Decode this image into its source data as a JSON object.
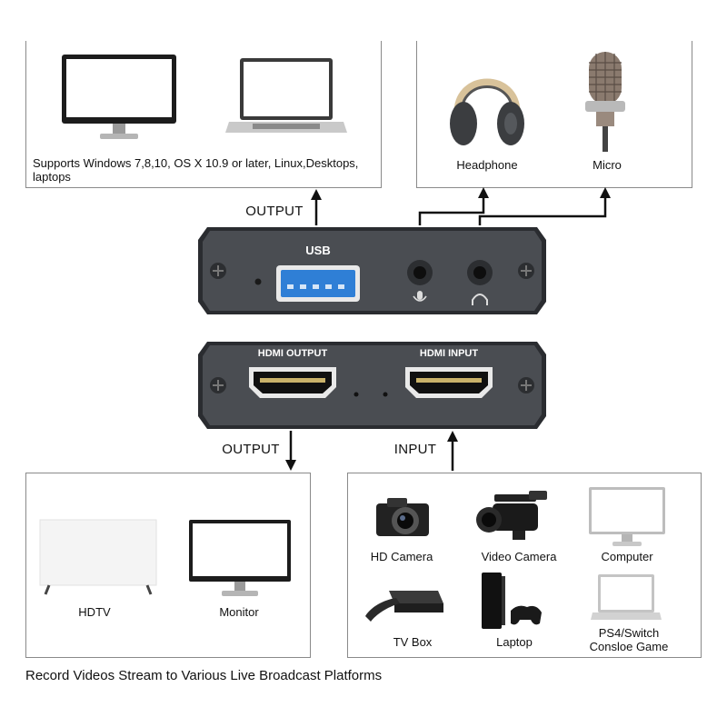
{
  "top_left": {
    "description": "Supports Windows 7,8,10, OS X 10.9 or later, Linux,Desktops, laptops"
  },
  "top_right": {
    "items": [
      "Headphone",
      "Micro"
    ]
  },
  "device_top": {
    "output_label": "OUTPUT",
    "usb_label": "USB"
  },
  "device_bottom": {
    "hdmi_output_label": "HDMI OUTPUT",
    "hdmi_input_label": "HDMI INPUT",
    "output_label": "OUTPUT",
    "input_label": "INPUT"
  },
  "bottom_left": {
    "items": [
      "HDTV",
      "Monitor"
    ]
  },
  "bottom_right": {
    "items": [
      "HD Camera",
      "Video Camera",
      "Computer",
      "TV Box",
      "Laptop",
      "PS4/Switch Consloe Game"
    ]
  },
  "caption": "Record Videos Stream to Various Live Broadcast Platforms",
  "colors": {
    "device_body": "#4a4d52",
    "device_edge": "#2a2c30",
    "usb_blue": "#2f7fd6",
    "box_border": "#8a8a8a"
  }
}
